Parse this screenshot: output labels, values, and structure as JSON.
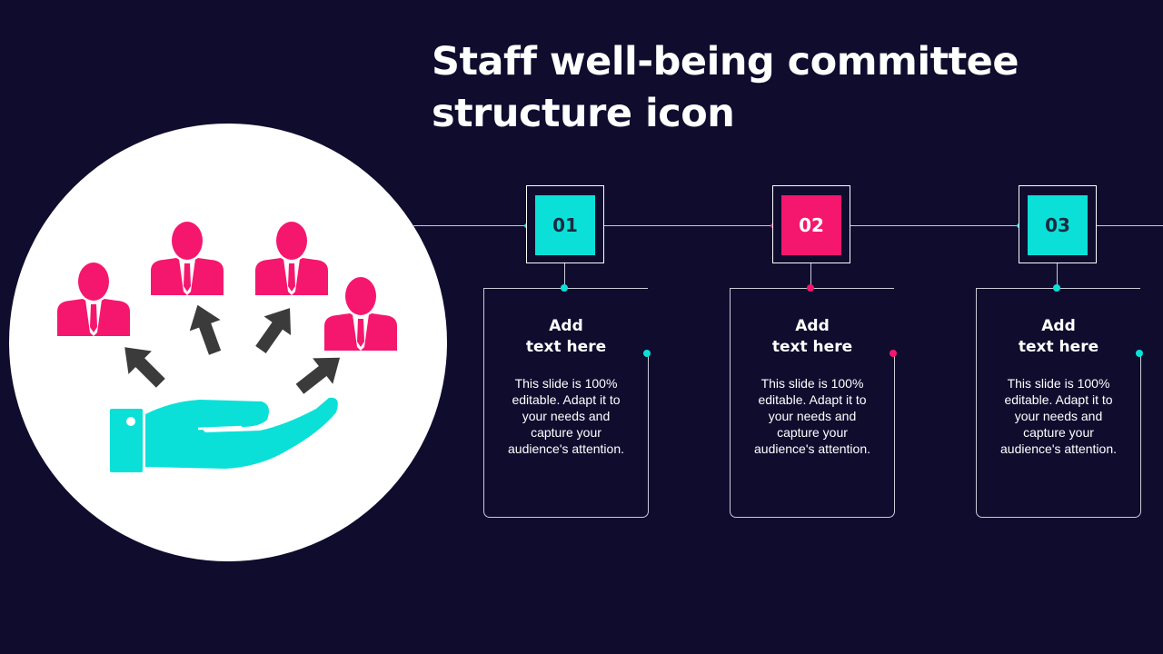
{
  "slide": {
    "title_line1": "Staff well-being committee",
    "title_line2": "structure icon"
  },
  "hero": {
    "icon": "hand-lifting-team-icon",
    "colors": {
      "people": "#f5176e",
      "hand": "#0ae0d8",
      "arrows": "#3b3b3b"
    }
  },
  "colors": {
    "background": "#0f0c2e",
    "teal": "#0ae0d8",
    "pink": "#f5176e",
    "line": "#c9cbd6"
  },
  "steps": [
    {
      "number": "01",
      "accent": "teal",
      "heading_line1": "Add",
      "heading_line2": "text here",
      "body_lines": [
        "This slide is 100%",
        "editable. Adapt it to",
        "your needs and",
        "capture your",
        "audience's attention."
      ]
    },
    {
      "number": "02",
      "accent": "pink",
      "heading_line1": "Add",
      "heading_line2": "text here",
      "body_lines": [
        "This slide is 100%",
        "editable. Adapt it to",
        "your needs and",
        "capture your",
        "audience's attention."
      ]
    },
    {
      "number": "03",
      "accent": "teal",
      "heading_line1": "Add",
      "heading_line2": "text here",
      "body_lines": [
        "This slide is 100%",
        "editable. Adapt it to",
        "your needs and",
        "capture your",
        "audience's attention."
      ]
    }
  ]
}
